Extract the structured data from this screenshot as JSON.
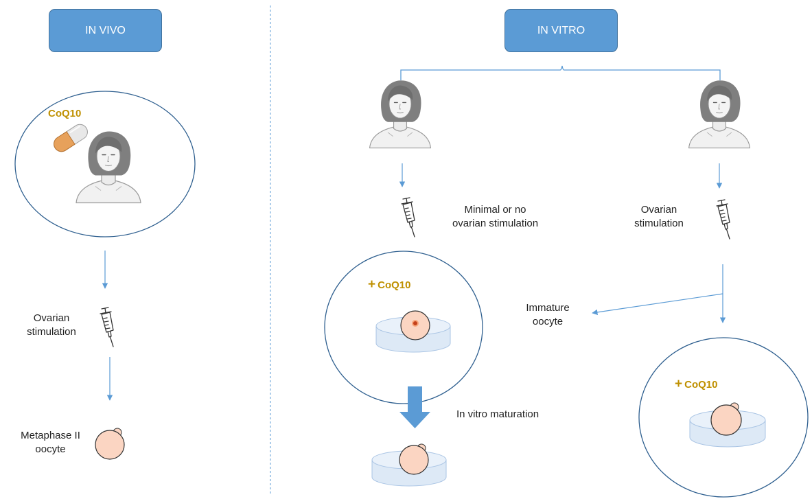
{
  "in_vivo": {
    "header": "IN VIVO",
    "coq_label": "CoQ10",
    "stimulation_label": [
      "Ovarian",
      "stimulation"
    ],
    "result_label": [
      "Metaphase II",
      "oocyte"
    ]
  },
  "in_vitro": {
    "header": "IN VITRO",
    "left_branch": {
      "stimulation_label": [
        "Minimal or no",
        "ovarian stimulation"
      ],
      "coq_plus": "+",
      "coq_label": "CoQ10",
      "maturation_label": "In vitro maturation"
    },
    "right_branch": {
      "stimulation_label": [
        "Ovarian",
        "stimulation"
      ],
      "immature_label": [
        "Immature",
        "oocyte"
      ],
      "coq_plus": "+",
      "coq_label": "CoQ10"
    }
  },
  "colors": {
    "header_fill": "#5b9bd5",
    "header_border": "#41719c",
    "arrow": "#5b9bd5",
    "circle_border": "#2e5f8f",
    "coq_text": "#bf9000",
    "oocyte_fill": "#fbd5c2",
    "dish_fill": "#dde9f6"
  }
}
